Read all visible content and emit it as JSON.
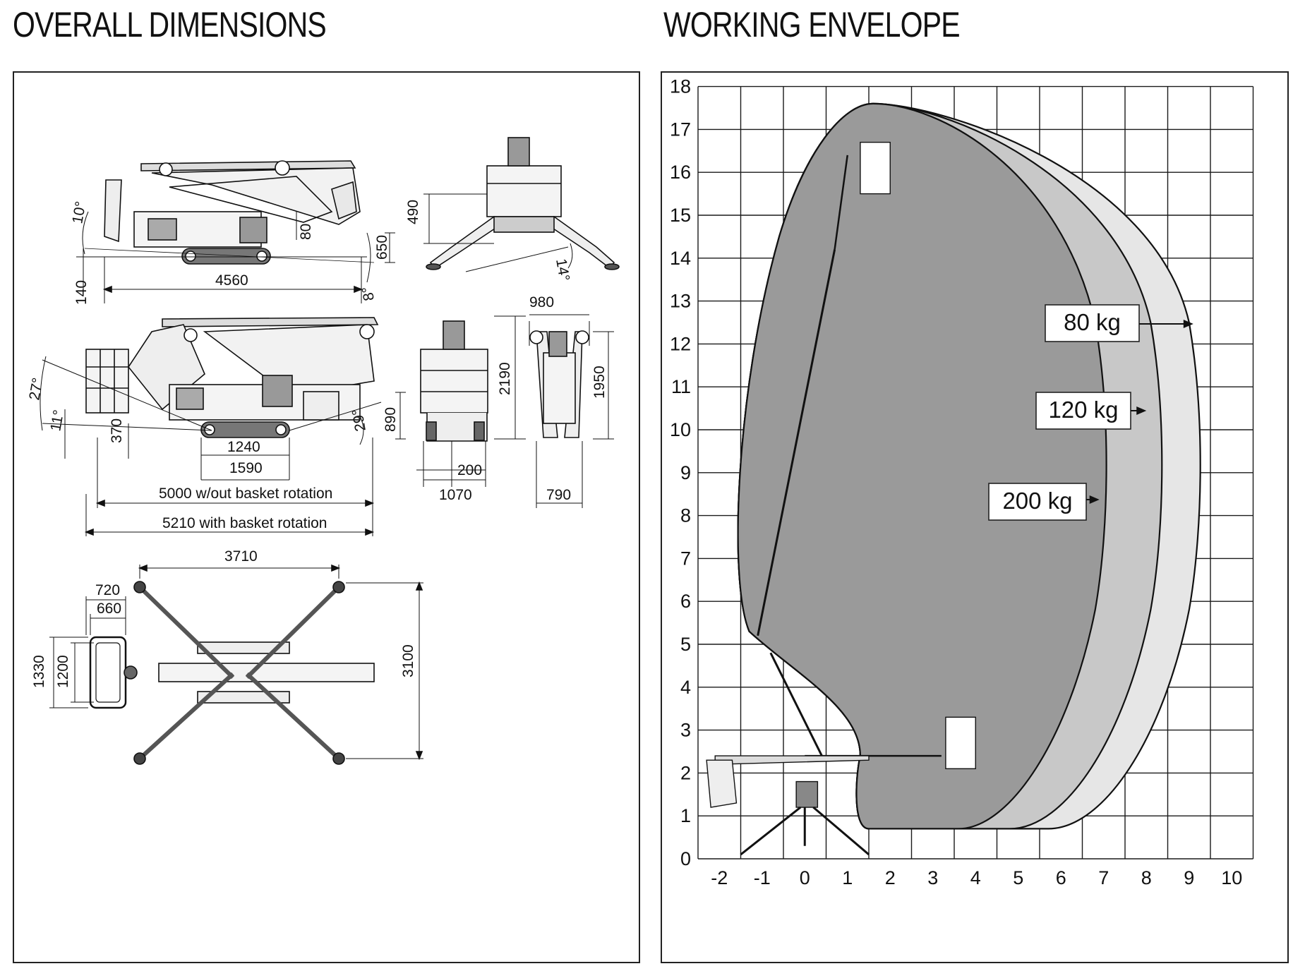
{
  "headings": {
    "dimensions": "OVERALL DIMENSIONS",
    "envelope": "WORKING ENVELOPE"
  },
  "dimensions": {
    "stowed_side": {
      "angle_front": "10°",
      "angle_rear": "8°",
      "ground_clearance": "140",
      "length": "4560",
      "inner_height": "80",
      "track_height": "650"
    },
    "stowed_front": {
      "height": "490",
      "outrigger_angle": "14°"
    },
    "working_side": {
      "angle_top": "27°",
      "angle_low": "11°",
      "step": "370",
      "angle_rear": "29°",
      "height": "890",
      "track_length": "1240",
      "wheelbase": "1590",
      "length_no_rotation": "5000 w/out basket rotation",
      "length_rotation": "5210 with basket rotation"
    },
    "working_front": {
      "height": "2190",
      "track_gap": "200",
      "width": "1070"
    },
    "working_rear": {
      "top_width": "980",
      "height": "1950",
      "width": "790"
    },
    "top_view": {
      "span_x": "3710",
      "basket_outer": "720",
      "basket_inner": "660",
      "basket_height_outer": "1330",
      "basket_height_inner": "1200",
      "span_y": "3100"
    }
  },
  "envelope": {
    "x_ticks": [
      "-2",
      "-1",
      "0",
      "1",
      "2",
      "3",
      "4",
      "5",
      "6",
      "7",
      "8",
      "9",
      "10"
    ],
    "y_ticks": [
      "0",
      "1",
      "2",
      "3",
      "4",
      "5",
      "6",
      "7",
      "8",
      "9",
      "10",
      "11",
      "12",
      "13",
      "14",
      "15",
      "16",
      "17",
      "18"
    ],
    "loads": [
      {
        "label": "80 kg",
        "max_outreach_m": 9.2,
        "color": "#e6e6e6"
      },
      {
        "label": "120 kg",
        "max_outreach_m": 8.3,
        "color": "#c8c8c8"
      },
      {
        "label": "200 kg",
        "max_outreach_m": 7.0,
        "color": "#9a9a9a"
      }
    ],
    "max_height_m": 17.6,
    "colors": {
      "grid": "#1a1a1a",
      "outline": "#111111"
    }
  }
}
